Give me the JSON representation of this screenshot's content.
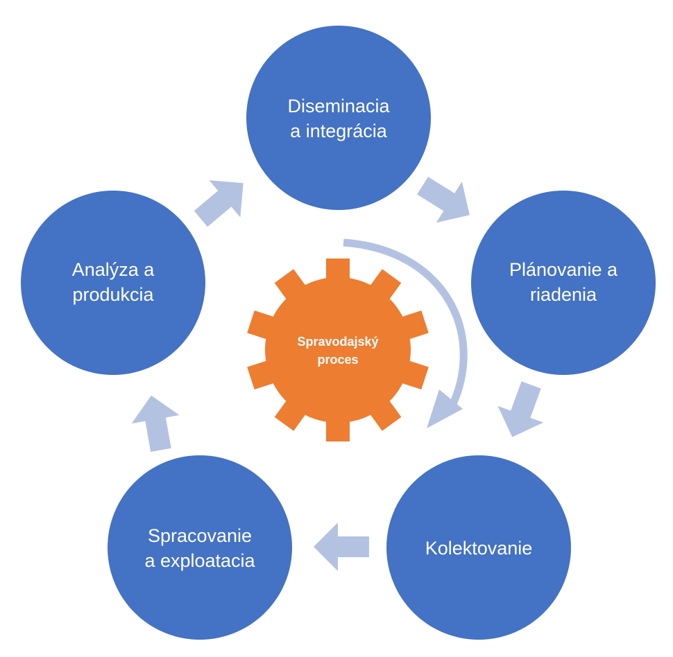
{
  "colors": {
    "node_fill": "#4472C4",
    "arrow_fill": "#B4C2E2",
    "gear_fill": "#ED7D31",
    "text": "#FFFFFF"
  },
  "center": {
    "line1": "Spravodajský",
    "line2": "proces"
  },
  "nodes": [
    {
      "line1": "Diseminacia",
      "line2": "a integrácia"
    },
    {
      "line1": "Plánovanie a",
      "line2": "riadenia"
    },
    {
      "line1": "Kolektovanie",
      "line2": ""
    },
    {
      "line1": "Spracovanie",
      "line2": "a exploatacia"
    },
    {
      "line1": "Analýza a",
      "line2": "produkcia"
    }
  ]
}
